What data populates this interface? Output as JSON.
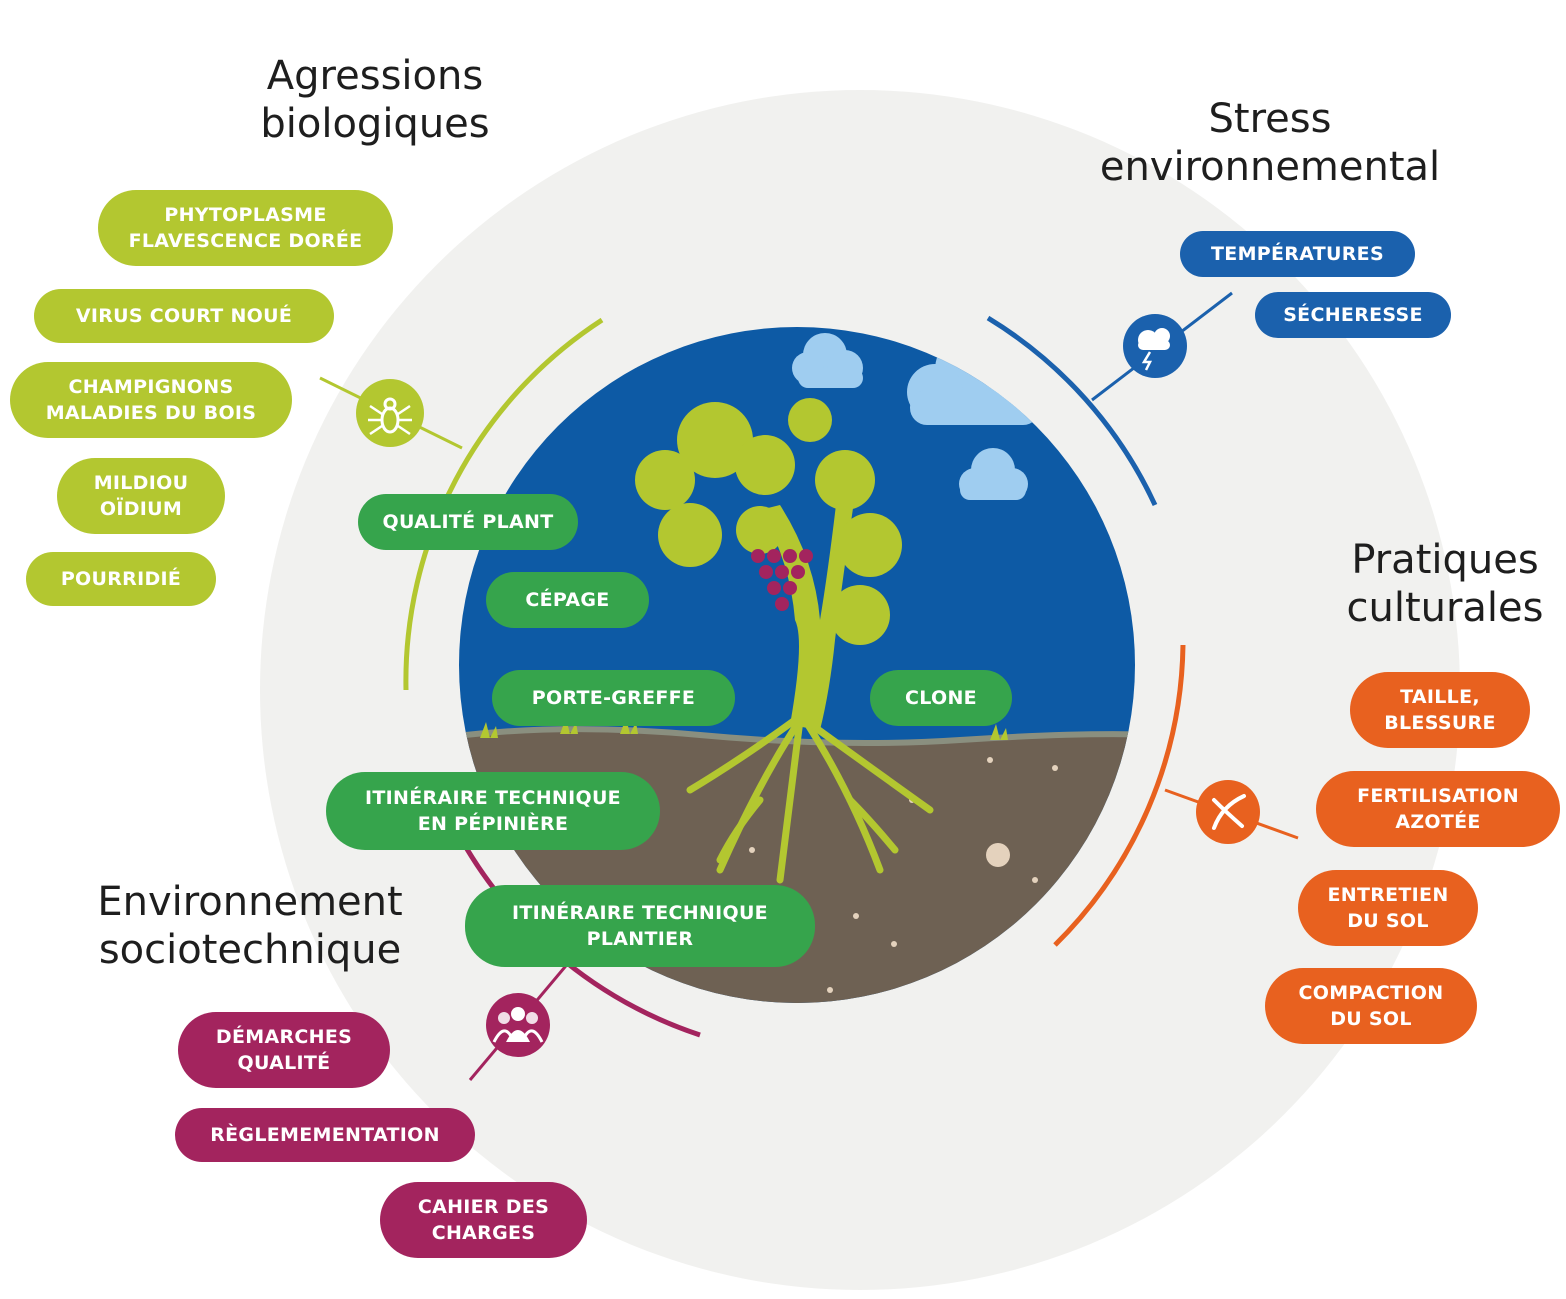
{
  "categories": {
    "agressions": {
      "title": "Agressions\nbiologiques",
      "color": "#b3c730",
      "icon": "mite-icon",
      "items": [
        "PHYTOPLASME\nFLAVESCENCE DORÉE",
        "VIRUS COURT NOUÉ",
        "CHAMPIGNONS\nMALADIES DU BOIS",
        "MILDIOU\nOÏDIUM",
        "POURRIDIÉ"
      ]
    },
    "stress": {
      "title": "Stress\nenvironnemental",
      "color": "#1b61ad",
      "icon": "weather-icon",
      "items": [
        "TEMPÉRATURES",
        "SÉCHERESSE"
      ]
    },
    "pratiques": {
      "title": "Pratiques\nculturales",
      "color": "#e8611f",
      "icon": "pruning-shears-icon",
      "items": [
        "TAILLE,\nBLESSURE",
        "FERTILISATION\nAZOTÉE",
        "ENTRETIEN\nDU SOL",
        "COMPACTION\nDU SOL"
      ]
    },
    "environnement": {
      "title": "Environnement\nsociotechnique",
      "color": "#a3245e",
      "icon": "people-icon",
      "items": [
        "DÉMARCHES\nQUALITÉ",
        "RÈGLEMEMENTATION",
        "CAHIER DES\nCHARGES"
      ]
    }
  },
  "center": {
    "color": "#36a44c",
    "items": [
      "QUALITÉ PLANT",
      "CÉPAGE",
      "PORTE-GREFFE",
      "CLONE",
      "ITINÉRAIRE TECHNIQUE\nEN PÉPINIÈRE",
      "ITINÉRAIRE TECHNIQUE\nPLANTIER"
    ]
  }
}
